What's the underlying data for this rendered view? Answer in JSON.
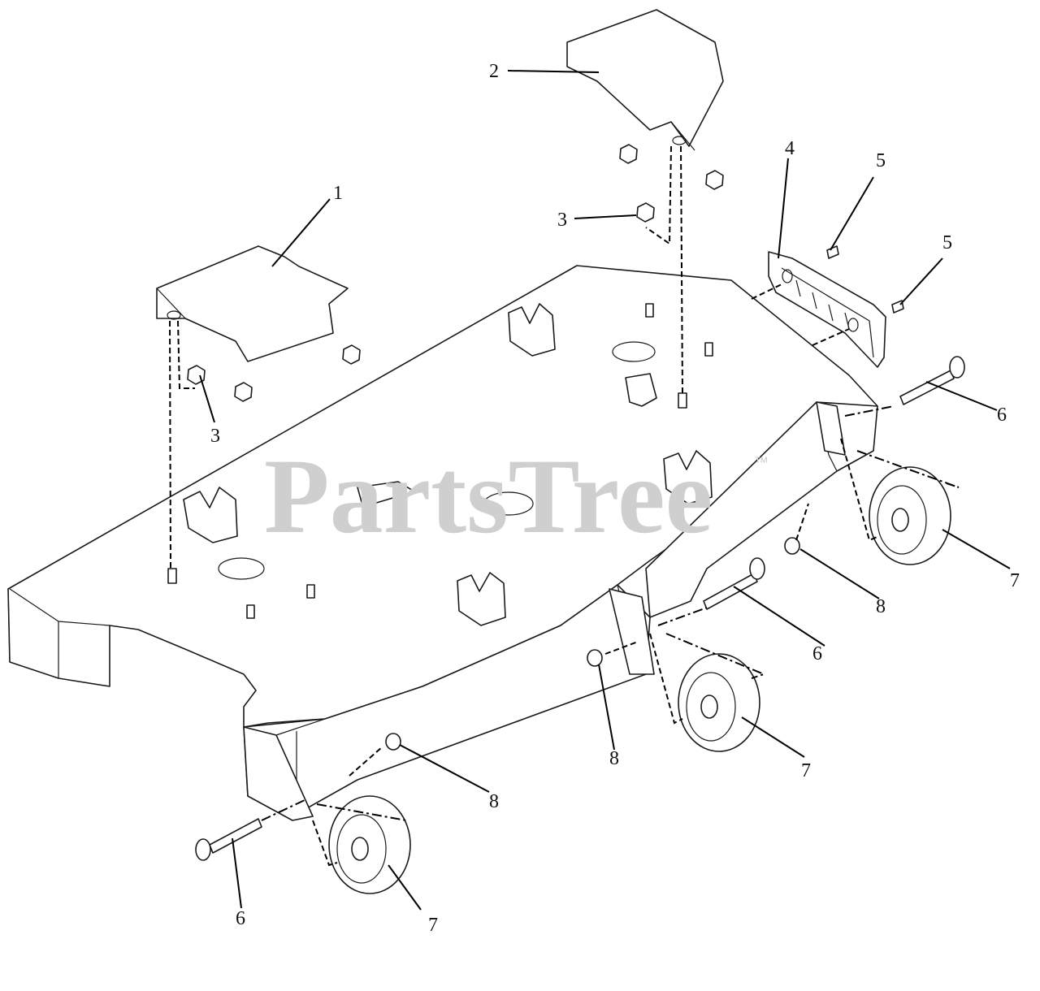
{
  "watermark": {
    "text": "PartsTree",
    "trademark": "™"
  },
  "callouts": [
    {
      "id": "c1",
      "label": "1"
    },
    {
      "id": "c2",
      "label": "2"
    },
    {
      "id": "c3a",
      "label": "3"
    },
    {
      "id": "c3b",
      "label": "3"
    },
    {
      "id": "c4",
      "label": "4"
    },
    {
      "id": "c5a",
      "label": "5"
    },
    {
      "id": "c5b",
      "label": "5"
    },
    {
      "id": "c6a",
      "label": "6"
    },
    {
      "id": "c6b",
      "label": "6"
    },
    {
      "id": "c6c",
      "label": "6"
    },
    {
      "id": "c7a",
      "label": "7"
    },
    {
      "id": "c7b",
      "label": "7"
    },
    {
      "id": "c7c",
      "label": "7"
    },
    {
      "id": "c8a",
      "label": "8"
    },
    {
      "id": "c8b",
      "label": "8"
    },
    {
      "id": "c8c",
      "label": "8"
    }
  ]
}
